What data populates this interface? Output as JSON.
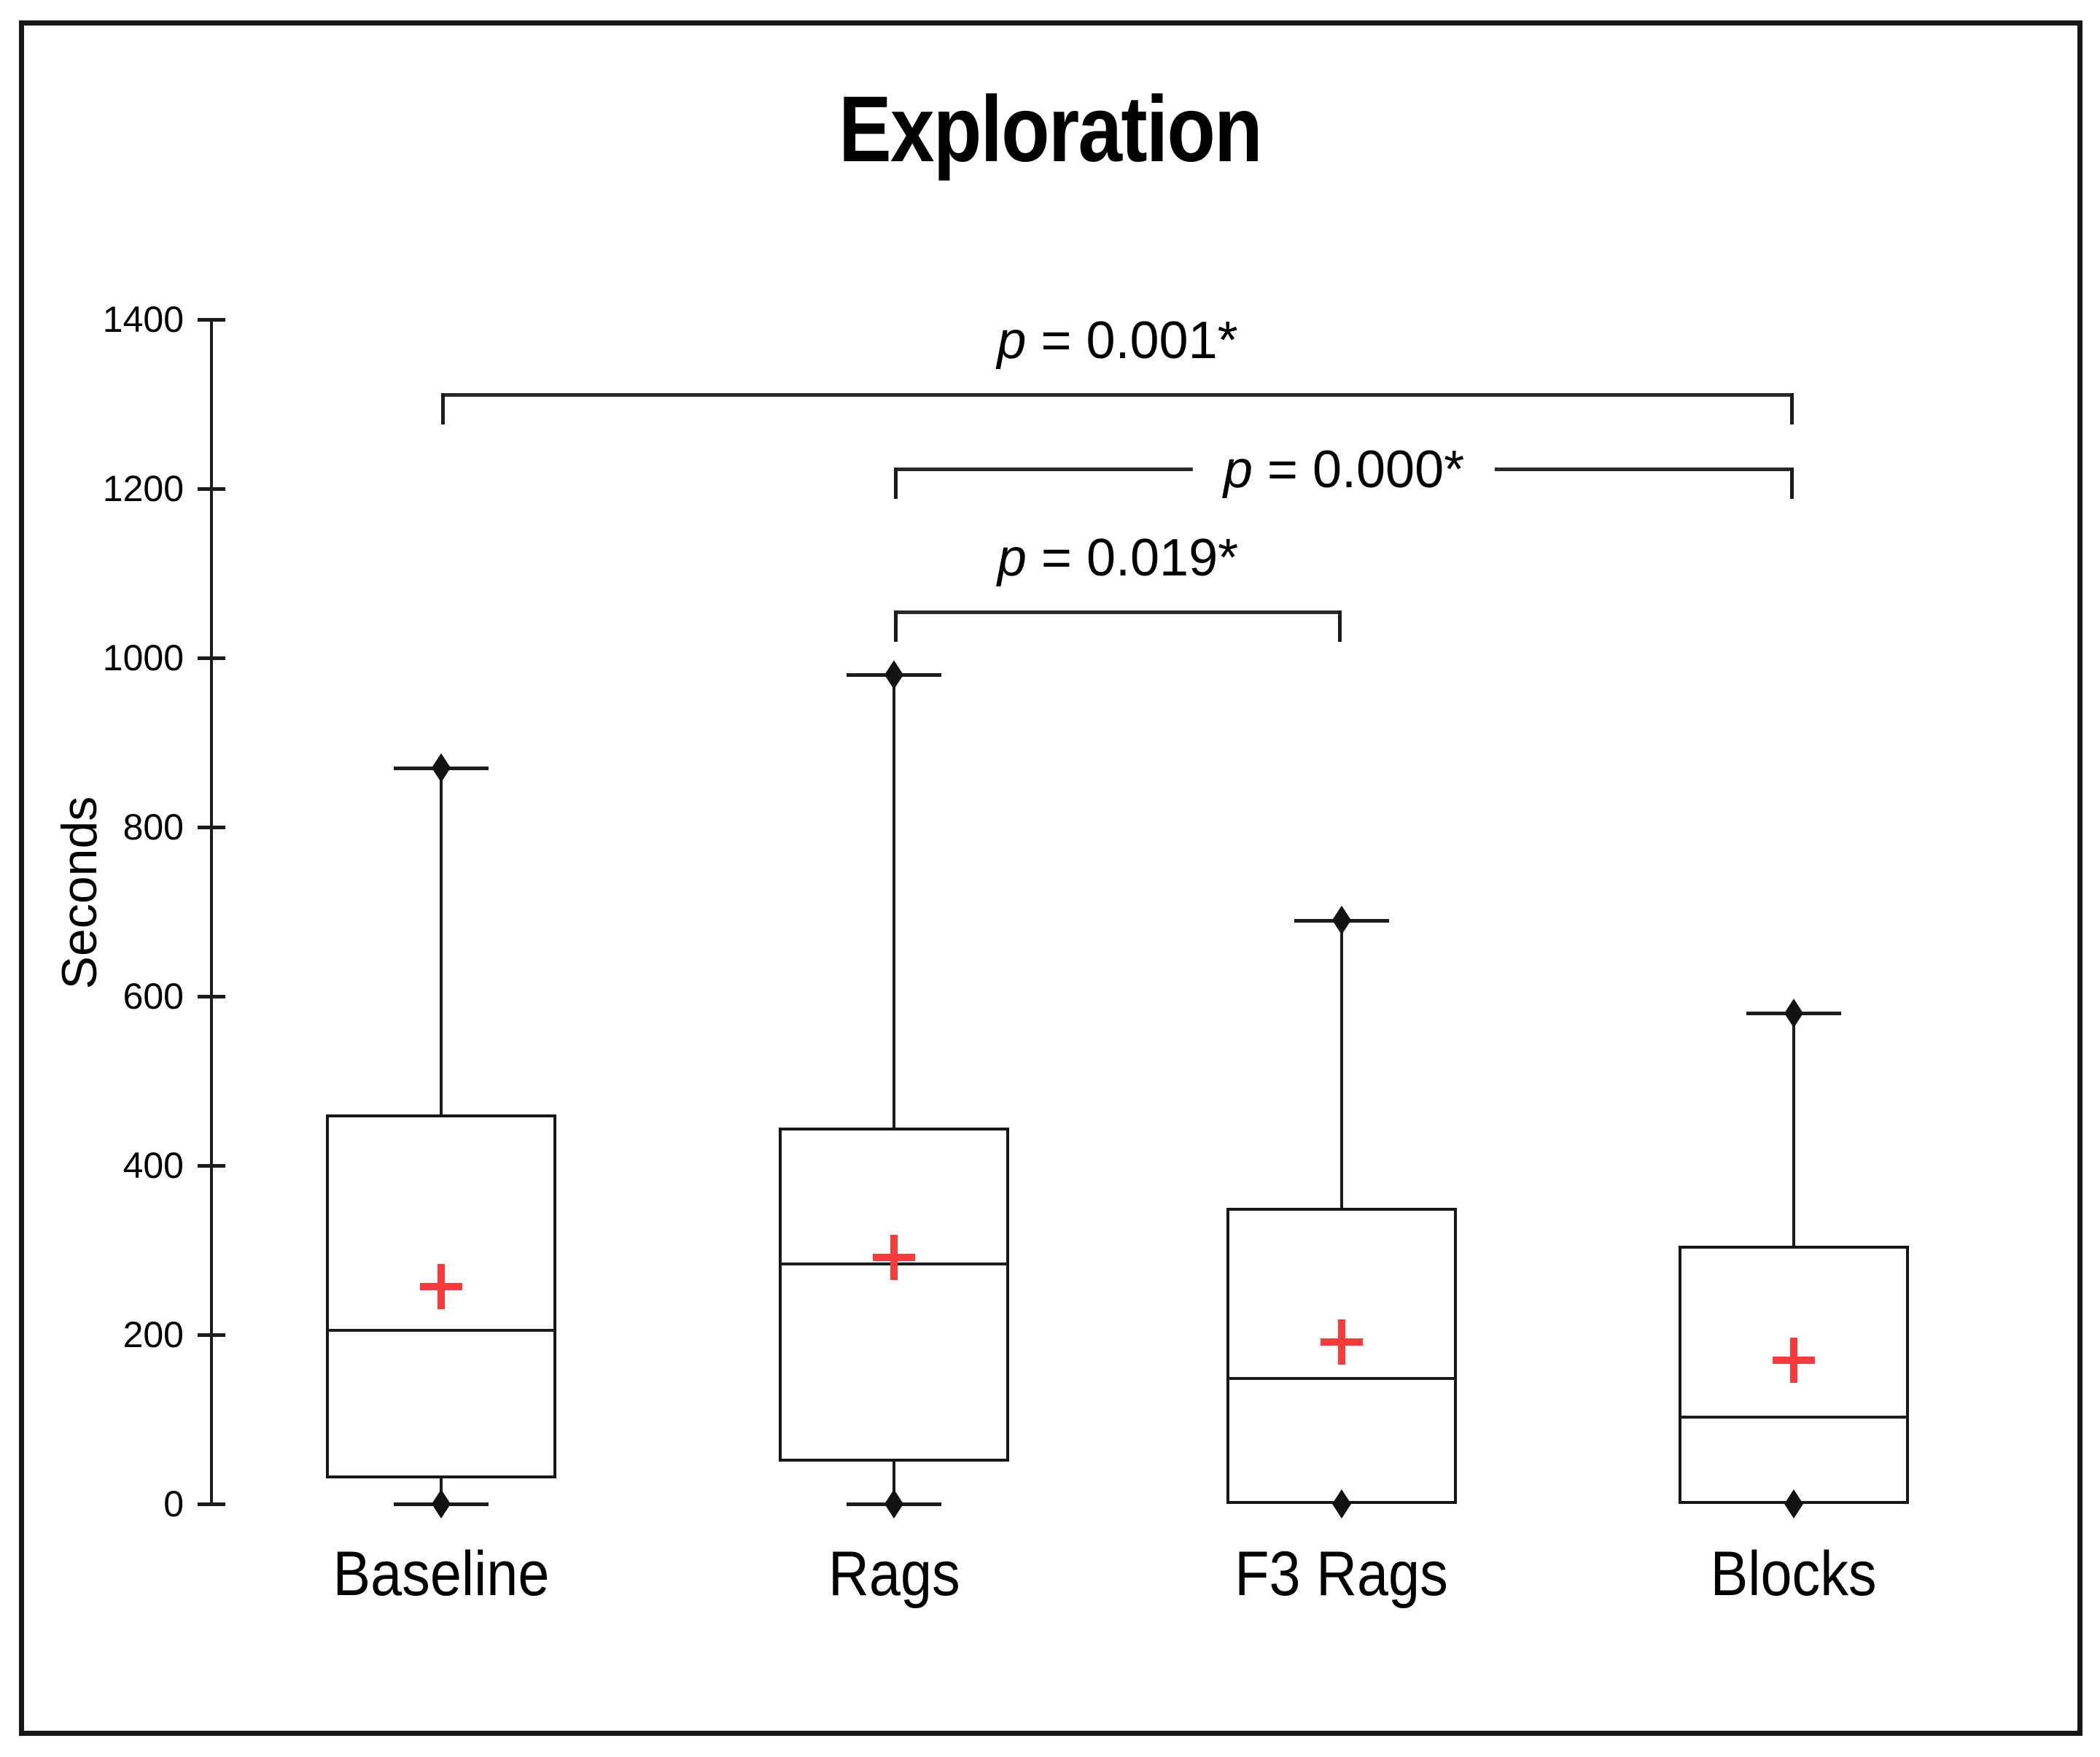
{
  "title": "Exploration",
  "chart_data": {
    "type": "box",
    "title": "Exploration",
    "xlabel": "",
    "ylabel": "Seconds",
    "ylim": [
      0,
      1400
    ],
    "yticks": [
      1400,
      1200,
      1000,
      800,
      600,
      400,
      200,
      0
    ],
    "grid": false,
    "legend": null,
    "categories": [
      "Baseline",
      "Rags",
      "F3 Rags",
      "Blocks"
    ],
    "series": [
      {
        "name": "Baseline",
        "min": 0,
        "q1": 30,
        "median": 205,
        "mean": 257,
        "q3": 460,
        "max": 870,
        "whisker_end_markers": [
          870,
          0
        ]
      },
      {
        "name": "Rags",
        "min": 0,
        "q1": 50,
        "median": 284,
        "mean": 291,
        "q3": 445,
        "max": 980,
        "whisker_end_markers": [
          980,
          0
        ]
      },
      {
        "name": "F3 Rags",
        "min": 0,
        "q1": 0,
        "median": 148,
        "mean": 191,
        "q3": 350,
        "max": 690,
        "whisker_end_markers": [
          690,
          0
        ]
      },
      {
        "name": "Blocks",
        "min": 0,
        "q1": 0,
        "median": 103,
        "mean": 170,
        "q3": 305,
        "max": 580,
        "whisker_end_markers": [
          580,
          0
        ]
      }
    ],
    "mean_marker": {
      "shape": "plus-cross",
      "color": "#f93b3b"
    },
    "whisker_end_marker": {
      "shape": "filled-diamond",
      "color": "#121212"
    },
    "significance_brackets": [
      {
        "from": "Baseline",
        "to": "Blocks",
        "label": "p = 0.001*",
        "label_position": "above"
      },
      {
        "from": "Rags",
        "to": "Blocks",
        "label": "p = 0.000*",
        "label_position": "inline"
      },
      {
        "from": "Rags",
        "to": "F3 Rags",
        "label": "p = 0.019*",
        "label_position": "above"
      }
    ]
  }
}
